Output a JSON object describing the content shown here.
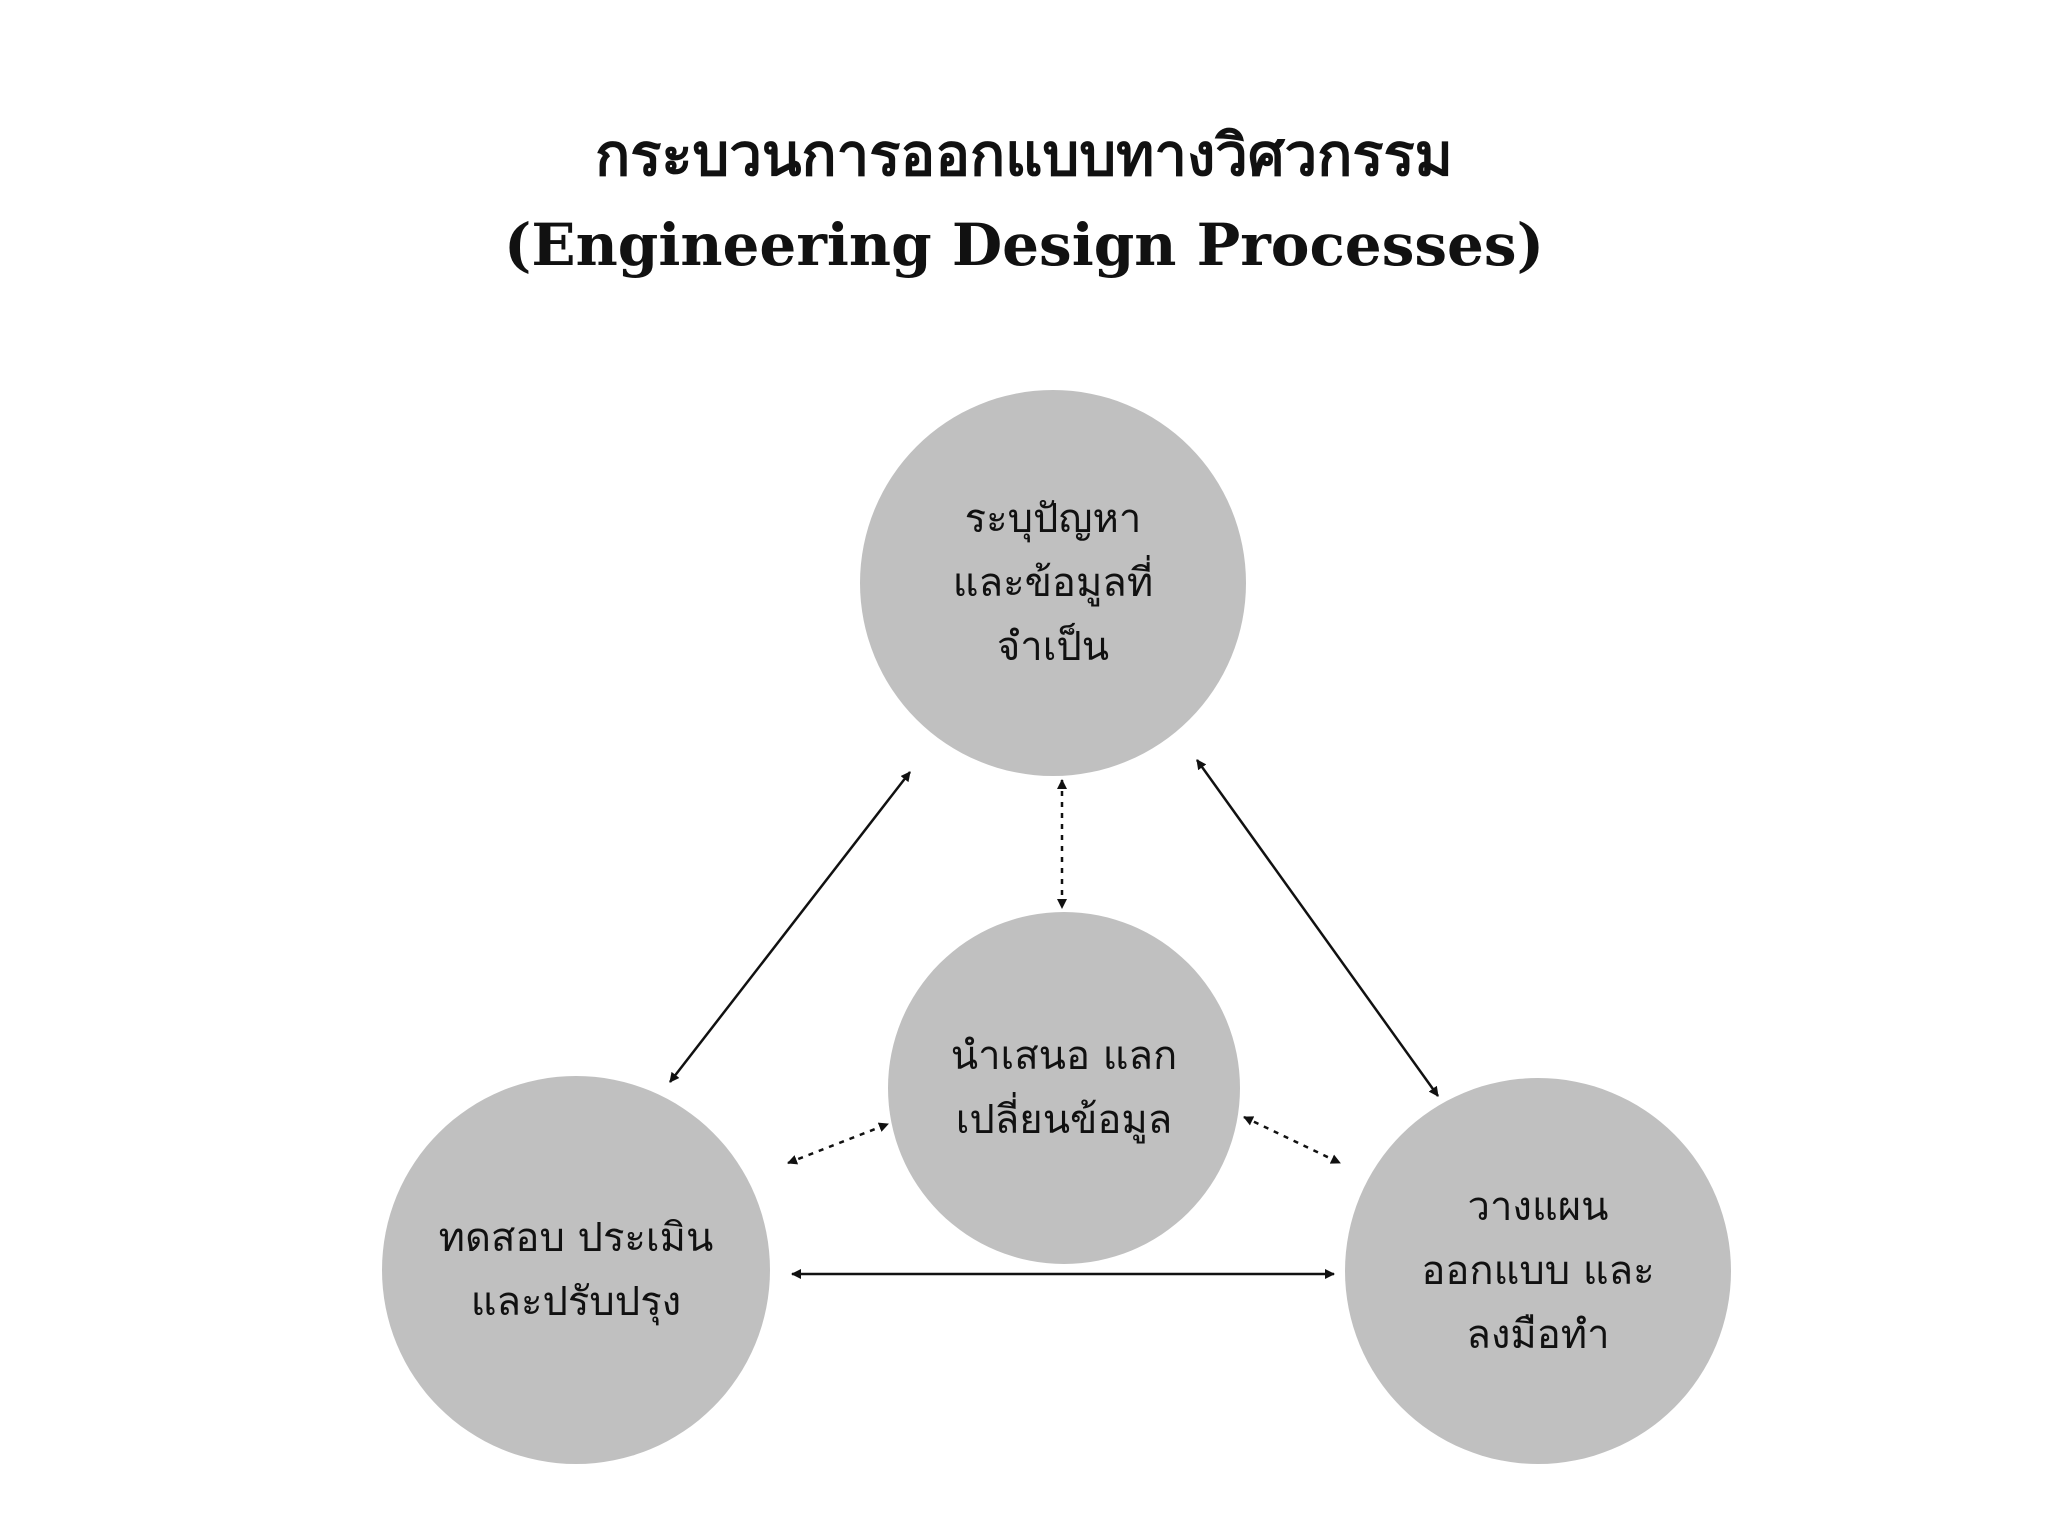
{
  "title": {
    "line1": "กระบวนการออกแบบทางวิศวกรรม",
    "line2": "(Engineering Design Processes)"
  },
  "nodes": {
    "identify": {
      "line1": "ระบุปัญหา",
      "line2": "และข้อมูลที่",
      "line3": "จำเป็น"
    },
    "present": {
      "line1": "นำเสนอ แลก",
      "line2": "เปลี่ยนข้อมูล"
    },
    "test": {
      "line1": "ทดสอบ ประเมิน",
      "line2": "และปรับปรุง"
    },
    "plan": {
      "line1": "วางแผน",
      "line2": "ออกแบบ และ",
      "line3": "ลงมือทำ"
    }
  },
  "colors": {
    "node_fill": "#c0c0c0",
    "arrow": "#111111",
    "background": "#ffffff"
  }
}
